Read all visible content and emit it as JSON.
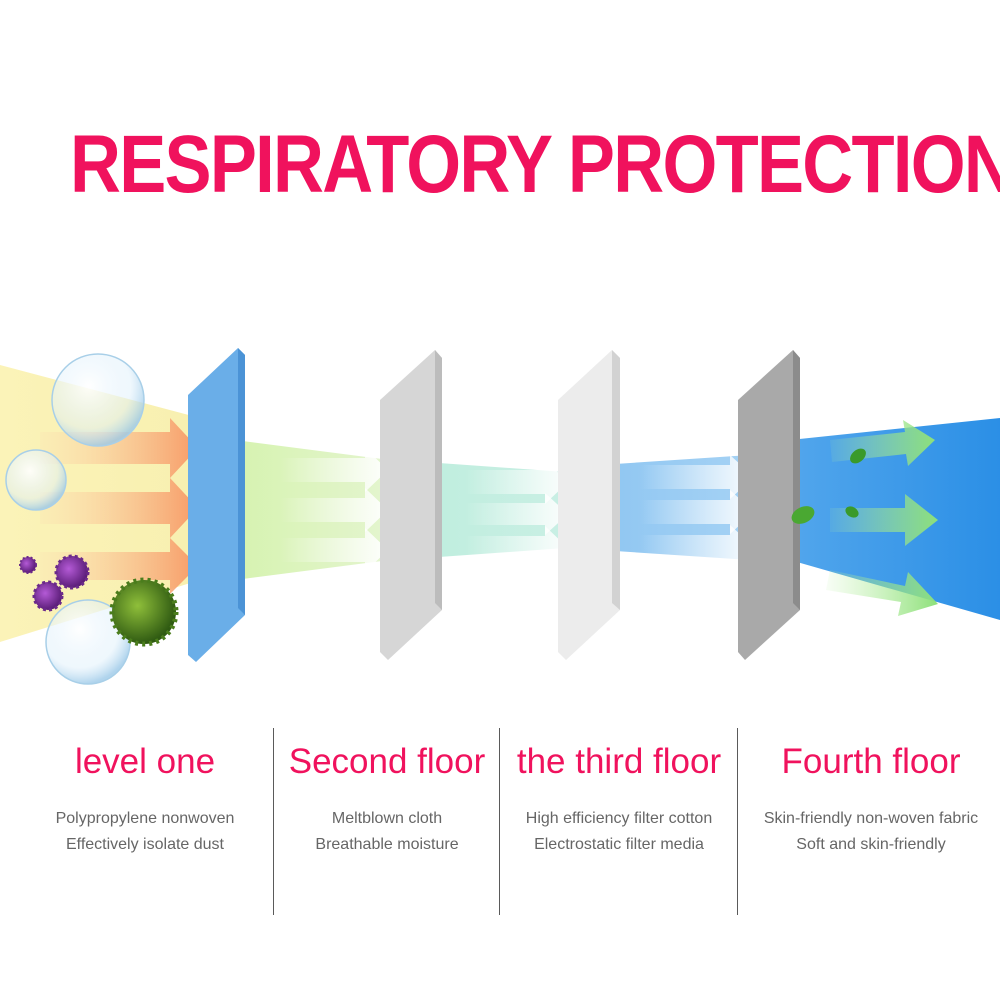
{
  "title": "RESPIRATORY PROTECTION",
  "colors": {
    "accent": "#f0125d",
    "layer1": "#6aaee8",
    "layer2": "#d6d6d6",
    "layer3": "#ececec",
    "layer4": "#a9a9a9"
  },
  "layers": [
    {
      "name": "level one",
      "lines": [
        "Polypropylene nonwoven",
        "Effectively isolate dust"
      ]
    },
    {
      "name": "Second floor",
      "lines": [
        "Meltblown cloth",
        "Breathable moisture"
      ]
    },
    {
      "name": "the third floor",
      "lines": [
        "High efficiency filter cotton",
        "Electrostatic filter media"
      ]
    },
    {
      "name": "Fourth floor",
      "lines": [
        "Skin-friendly non-woven fabric",
        "Soft and skin-friendly"
      ]
    }
  ]
}
